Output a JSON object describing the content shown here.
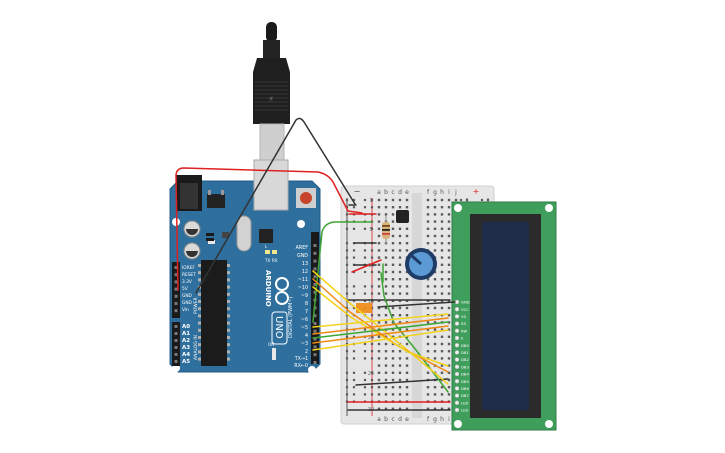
{
  "arduino": {
    "board_name": "UNO",
    "brand": "ARDUINO",
    "digital_header_label": "DIGITAL (PWM~)",
    "power_header_label": "POWER",
    "analog_header_label": "ANALOG IN",
    "digital_pins": [
      "AREF",
      "GND",
      "13",
      "12",
      "~11",
      "~10",
      "~9",
      "8",
      "7",
      "~6",
      "~5",
      "4",
      "~3",
      "2",
      "TX→1",
      "RX←0"
    ],
    "power_pins": [
      "IOREF",
      "RESET",
      "3.3V",
      "5V",
      "GND",
      "GND",
      "Vin"
    ],
    "analog_pins": [
      "A0",
      "A1",
      "A2",
      "A3",
      "A4",
      "A5"
    ],
    "led_labels": [
      "L",
      "TX",
      "RX",
      "ON"
    ]
  },
  "breadboard": {
    "column_letters_left": [
      "a",
      "b",
      "c",
      "d",
      "e"
    ],
    "column_letters_right": [
      "f",
      "g",
      "h",
      "i",
      "j"
    ],
    "row_numbers": [
      "1",
      "5",
      "10",
      "15",
      "20",
      "25",
      "30"
    ],
    "rail_minus": "−",
    "rail_plus": "+"
  },
  "lcd": {
    "pin_labels": [
      "GND",
      "VCC",
      "V0",
      "RS",
      "RW",
      "E",
      "DB0",
      "DB1",
      "DB2",
      "DB3",
      "DB4",
      "DB5",
      "DB6",
      "DB7",
      "LED",
      "LED"
    ]
  },
  "colors": {
    "arduino_board": "#2e6f9e",
    "breadboard": "#e8e8e8",
    "lcd_pcb": "#3f9e5b",
    "lcd_screen": "#1f2d4a",
    "wire_red": "#e02020",
    "wire_black": "#333333",
    "wire_green": "#3fa535",
    "wire_yellow": "#f2d21a",
    "wire_orange": "#f08a12"
  }
}
